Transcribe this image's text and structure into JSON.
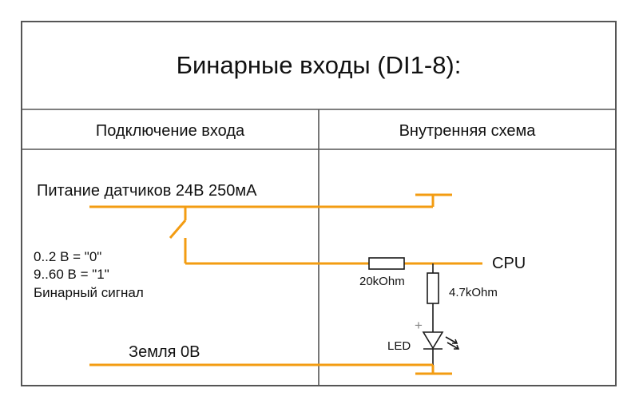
{
  "title": "Бинарные входы (DI1-8):",
  "columns": {
    "left": "Подключение входа",
    "right": "Внутренняя схема"
  },
  "labels": {
    "power": "Питание датчиков 24В 250мА",
    "signal_line1": "0..2 В = \"0\"",
    "signal_line2": "9..60 В = \"1\"",
    "signal_line3": "Бинарный сигнал",
    "ground": "Земля 0В",
    "cpu": "CPU",
    "r1": "20kOhm",
    "r2": "4.7kOhm",
    "led": "LED",
    "led_plus": "+"
  },
  "colors": {
    "wire": "#f39c12",
    "frame": "#555555",
    "component": "#1a1a1a"
  }
}
